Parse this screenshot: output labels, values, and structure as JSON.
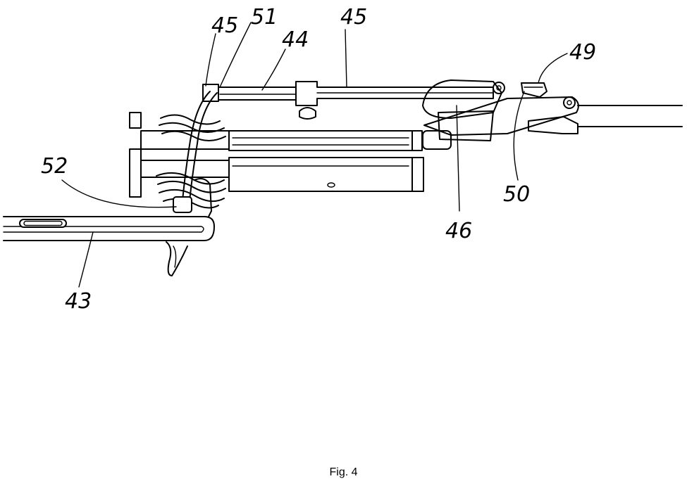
{
  "caption": "Fig. 4",
  "refs": {
    "r43": "43",
    "r44": "44",
    "r45a": "45",
    "r45b": "45",
    "r46": "46",
    "r49": "49",
    "r50": "50",
    "r51": "51",
    "r52": "52"
  }
}
